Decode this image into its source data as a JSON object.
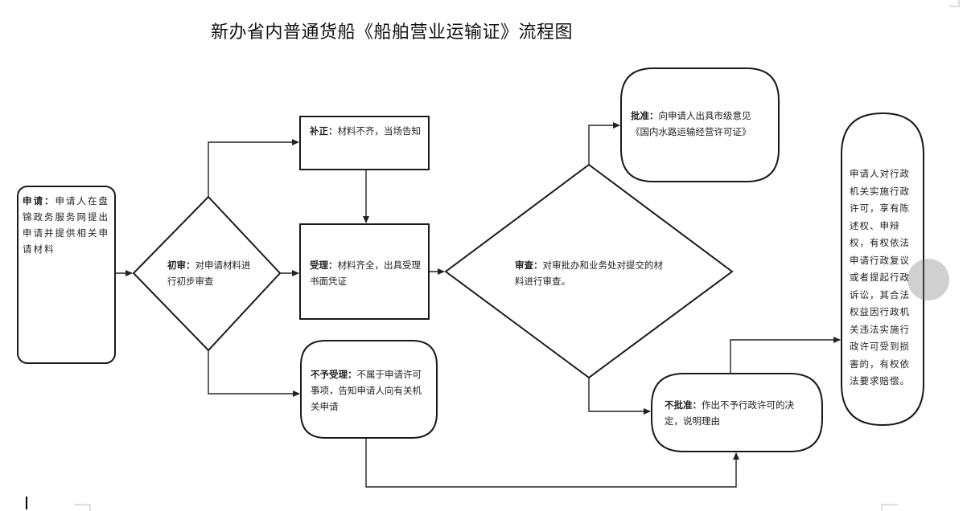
{
  "title": "新办省内普通货船《船舶营业运输证》流程图",
  "nodes": {
    "apply": {
      "label": "申请：",
      "text": "申请人在盘锦政务服务网提出申请并提供相关申请材料"
    },
    "initial": {
      "label": "初审：",
      "text": "对申请材料进行初步审查"
    },
    "supplement": {
      "label": "补正：",
      "text": "材料不齐，当场告知"
    },
    "accept": {
      "label": "受理：",
      "text": "材料齐全，出具受理书面凭证"
    },
    "reject_accept": {
      "label": "不予受理：",
      "text": "不属于申请许可事项，告知申请人向有关机关申请"
    },
    "review": {
      "label": "审查：",
      "text": "对审批办和业务处对提交的材料进行审查。"
    },
    "approve": {
      "label": "批准：",
      "text": "向申请人出具市级意见《国内水路运输经营许可证》"
    },
    "deny": {
      "label": "不批准：",
      "text": "作出不予行政许可的决定，说明理由"
    },
    "rights": {
      "text": "申请人对行政机关实施行政许可，享有陈述权、申辩权，有权依法申请行政复议或者提起行政诉讼，其合法权益因行政机关违法实施行政许可受到损害的，有权依法要求赔偿。"
    }
  }
}
